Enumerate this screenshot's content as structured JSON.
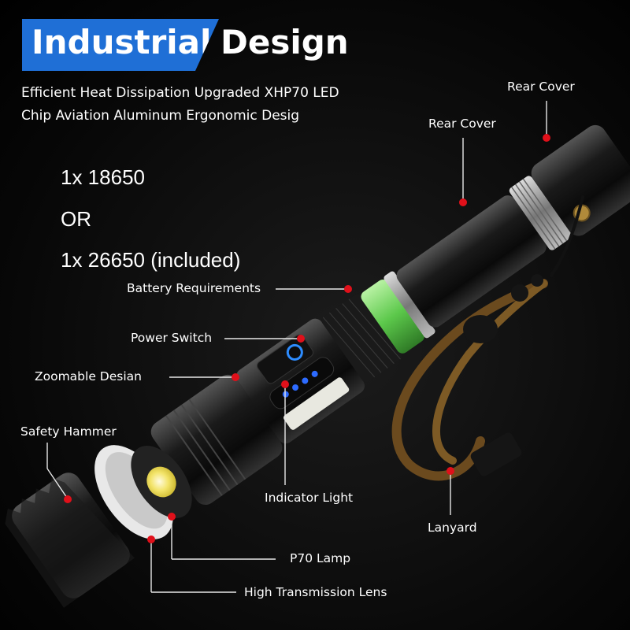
{
  "title": {
    "part1": "Industrial",
    "part2": "Design"
  },
  "subtitle": {
    "line1": "Efficient Heat Dissipation Upgraded XHP70 LED",
    "line2": "Chip Aviation Aluminum Ergonomic Desig"
  },
  "battery": {
    "line1": "1x 18650",
    "line2": "OR",
    "line3": "1x 26650 (included)"
  },
  "labels": {
    "rear_cover_top": "Rear Cover",
    "rear_cover": "Rear Cover",
    "battery_requirements": "Battery Requirements",
    "power_switch": "Power Switch",
    "zoomable_design": "Zoomable Desian",
    "safety_hammer": "Safety Hammer",
    "indicator_light": "Indicator Light",
    "lanyard": "Lanyard",
    "p70_lamp": "P70 Lamp",
    "lens": "High Transmission Lens"
  },
  "colors": {
    "accent_blue": "#1f6fd6",
    "marker_red": "#e0101a",
    "battery_green": "#6fd35c",
    "cord_brown": "#6b4a1e"
  }
}
